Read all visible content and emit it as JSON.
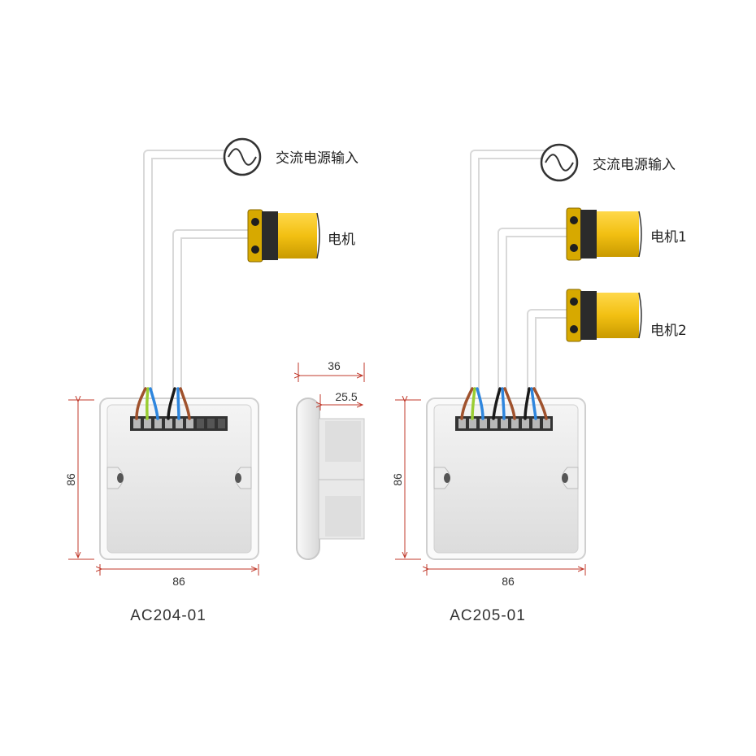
{
  "left": {
    "ac_input_label": "交流电源输入",
    "motor_label": "电机",
    "height_dim": "86",
    "width_dim": "86",
    "model": "AC204-01"
  },
  "side": {
    "depth_total": "36",
    "depth_body": "25.5"
  },
  "right": {
    "ac_input_label": "交流电源输入",
    "motor1_label": "电机1",
    "motor2_label": "电机2",
    "height_dim": "86",
    "width_dim": "86",
    "model": "AC205-01"
  },
  "colors": {
    "wire_sheath": "#f2f2f2",
    "motor_yellow": "#f2c012",
    "motor_gold": "#c9a000",
    "motor_black": "#2b2b2b",
    "dimension_red": "#c0392b",
    "panel_grey": "#e6e6e6",
    "wire_blue": "#2e86de",
    "wire_brown": "#a0522d",
    "wire_black": "#1a1a1a",
    "wire_yellow_green": "#9acd32"
  }
}
